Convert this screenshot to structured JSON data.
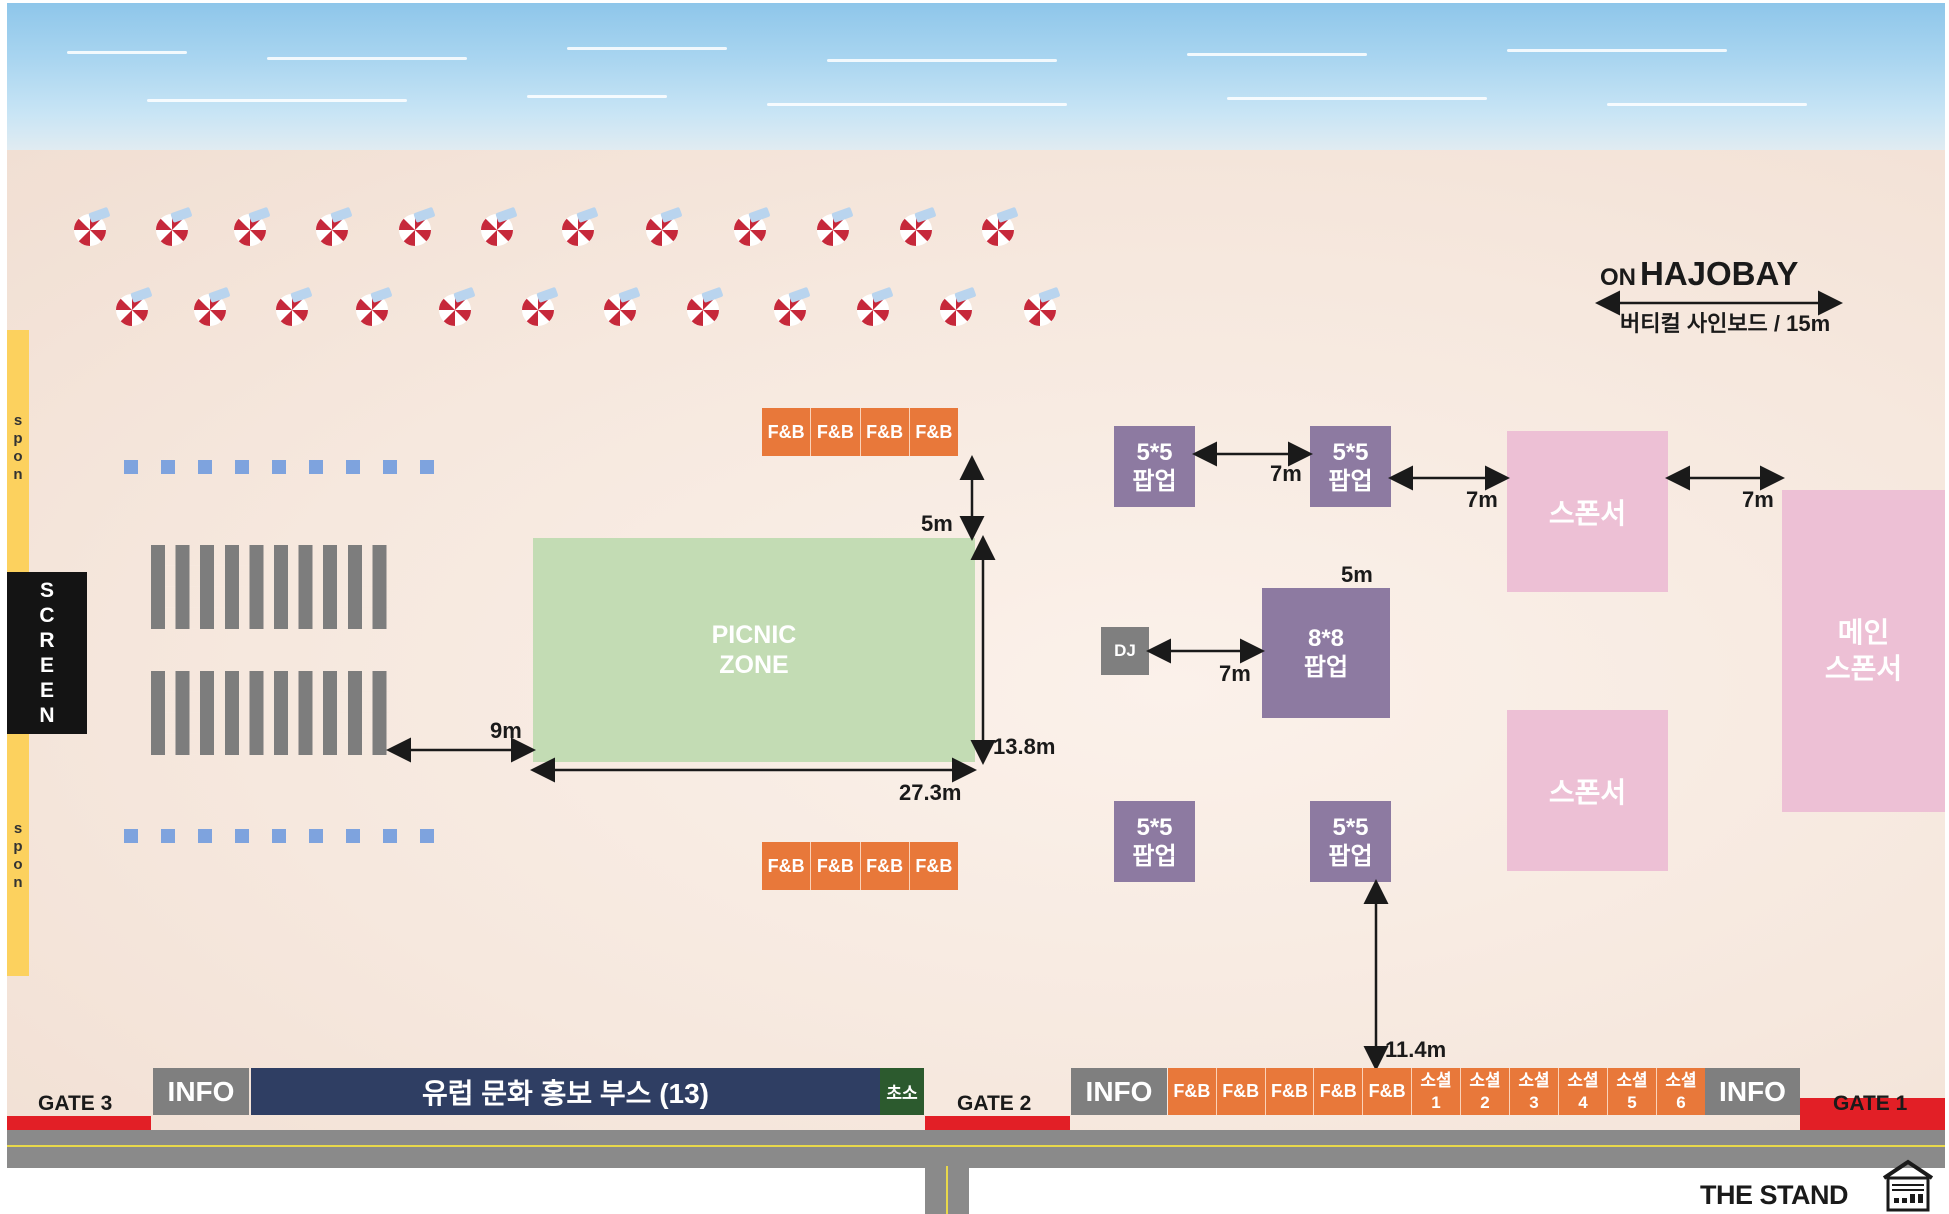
{
  "brand": {
    "prefix": "ON",
    "name": "HAJOBAY",
    "signboard": "버티컬 사인보드 / 15m",
    "footer_logo": "THE STAND"
  },
  "screen": {
    "letters": [
      "S",
      "C",
      "R",
      "E",
      "E",
      "N"
    ]
  },
  "spon": {
    "letters": [
      "s",
      "p",
      "o",
      "n"
    ]
  },
  "picnic": {
    "line1": "PICNIC",
    "line2": "ZONE"
  },
  "fb_label": "F&B",
  "popups": {
    "small_line1": "5*5",
    "small_line2": "팝업",
    "big_line1": "8*8",
    "big_line2": "팝업"
  },
  "dj": "DJ",
  "sponsor": "스폰서",
  "main_sponsor": {
    "line1": "메인",
    "line2": "스폰서"
  },
  "measures": {
    "d9": "9m",
    "d5a": "5m",
    "d138": "13.8m",
    "d273": "27.3m",
    "d7a": "7m",
    "d7b": "7m",
    "d7c": "7m",
    "d7d": "7m",
    "d5b": "5m",
    "d114": "11.4m"
  },
  "bottom": {
    "info": "INFO",
    "europe_booth": "유럽 문화 홍보 부스 (13)",
    "small_booth": "초소",
    "social_top": "소셜",
    "social_nums": [
      "1",
      "2",
      "3",
      "4",
      "5",
      "6"
    ]
  },
  "gates": {
    "g1": "GATE 1",
    "g2": "GATE 2",
    "g3": "GATE 3"
  },
  "colors": {
    "fb": "#e8783a",
    "popup": "#8d7aa1",
    "sponsor": "#edc0d5",
    "picnic": "#c3dcb4",
    "europe_booth": "#2f3e63",
    "gate": "#e21f26",
    "spon_bar": "#fcd15e"
  }
}
